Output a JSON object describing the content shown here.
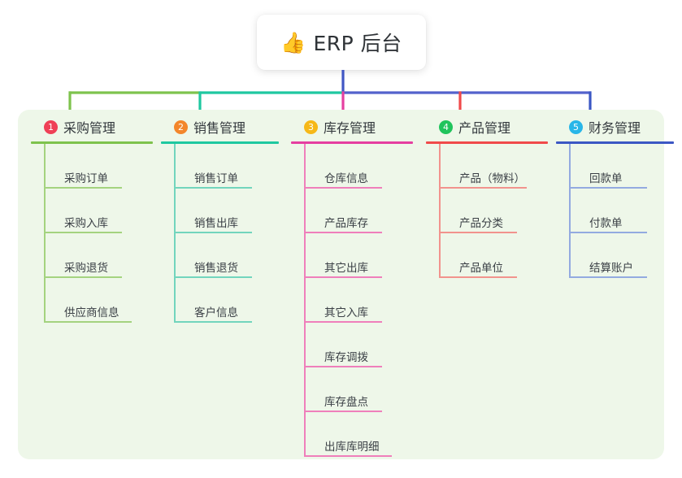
{
  "root": {
    "icon": "thumbs-up-icon",
    "emoji": "👍",
    "title": "ERP 后台"
  },
  "palette": {
    "panel_bg": "#eef7e9",
    "page_bg": "#ffffff",
    "root_stem": "#4157c4",
    "trunk_green": "#7ec34d",
    "trunk_teal": "#1fc8a0",
    "trunk_blue": "#5362cc",
    "text": "#33383d"
  },
  "columns": [
    {
      "number": "1",
      "title": "采购管理",
      "badge_color": "#ef4056",
      "line_color": "#7ec34d",
      "item_line_color": "#a4d37f",
      "items": [
        {
          "label": "采购订单"
        },
        {
          "label": "采购入库"
        },
        {
          "label": "采购退货"
        },
        {
          "label": "供应商信息"
        }
      ]
    },
    {
      "number": "2",
      "title": "销售管理",
      "badge_color": "#f3862b",
      "line_color": "#1fc8a0",
      "item_line_color": "#72d5bd",
      "items": [
        {
          "label": "销售订单"
        },
        {
          "label": "销售出库"
        },
        {
          "label": "销售退货"
        },
        {
          "label": "客户信息"
        }
      ]
    },
    {
      "number": "3",
      "title": "库存管理",
      "badge_color": "#f6b818",
      "line_color": "#e53fa0",
      "item_line_color": "#ef7fbb",
      "items": [
        {
          "label": "仓库信息"
        },
        {
          "label": "产品库存"
        },
        {
          "label": "其它出库"
        },
        {
          "label": "其它入库"
        },
        {
          "label": "库存调拨"
        },
        {
          "label": "库存盘点"
        },
        {
          "label": "出库库明细"
        }
      ]
    },
    {
      "number": "4",
      "title": "产品管理",
      "badge_color": "#20c45c",
      "line_color": "#f04a4a",
      "item_line_color": "#f2938d",
      "items": [
        {
          "label": "产品（物料）"
        },
        {
          "label": "产品分类"
        },
        {
          "label": "产品单位"
        }
      ]
    },
    {
      "number": "5",
      "title": "财务管理",
      "badge_color": "#29b6e8",
      "line_color": "#3b57c4",
      "item_line_color": "#93aae0",
      "items": [
        {
          "label": "回款单"
        },
        {
          "label": "付款单"
        },
        {
          "label": "结算账户"
        }
      ]
    }
  ]
}
